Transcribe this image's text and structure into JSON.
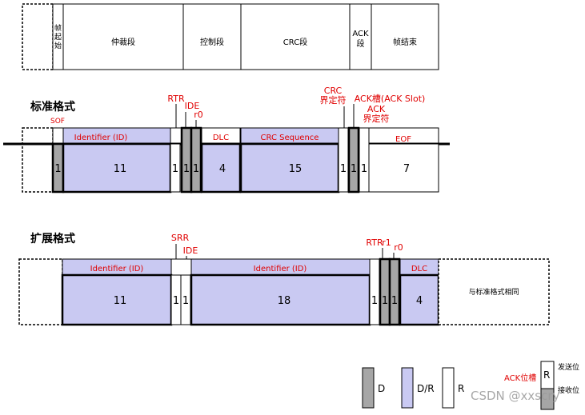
{
  "top_frame": {
    "sof": "帧起始",
    "arbitration": "仲裁段",
    "control": "控制段",
    "crc": "CRC段",
    "ack": "ACK段",
    "eof": "帧结束"
  },
  "standard": {
    "title": "标准格式",
    "labels": {
      "rtr": "RTR",
      "ide": "IDE",
      "r0": "r0",
      "crc_delim": "CRC界定符",
      "ack_slot": "ACK槽(ACK Slot)",
      "ack_delim": "ACK界定符",
      "sof": "SOF",
      "identifier": "Identifier (ID)",
      "dlc": "DLC",
      "crc_seq": "CRC Sequence",
      "eof": "EOF"
    },
    "bits": {
      "sof": "1",
      "id": "11",
      "rtr": "1",
      "ide": "1",
      "r0": "1",
      "dlc": "4",
      "crc": "15",
      "crc_delim": "1",
      "ack_slot": "1",
      "ack_delim": "1",
      "eof": "7"
    }
  },
  "extended": {
    "title": "扩展格式",
    "labels": {
      "srr": "SRR",
      "ide": "IDE",
      "identifier_a": "Identifier (ID)",
      "identifier_b": "Identifier (ID)",
      "rtr": "RTR",
      "r1": "r1",
      "r0": "r0",
      "dlc": "DLC",
      "same_as_std": "与标准格式相同"
    },
    "bits": {
      "id_a": "11",
      "srr": "1",
      "ide": "1",
      "id_b": "18",
      "rtr": "1",
      "r1": "1",
      "r0": "1",
      "dlc": "4"
    }
  },
  "legend": {
    "d": "D",
    "dr": "D/R",
    "r": "R",
    "ack_slot": "ACK位槽",
    "r_box": "R",
    "send_bit": "发送位",
    "recv_bit": "接收位"
  },
  "watermark": "CSDN @xxscry",
  "colors": {
    "dominant": "#a6a6a6",
    "dominant_or_recessive": "#c9c9f2",
    "recessive": "#ffffff",
    "label_red": "#e00000"
  }
}
